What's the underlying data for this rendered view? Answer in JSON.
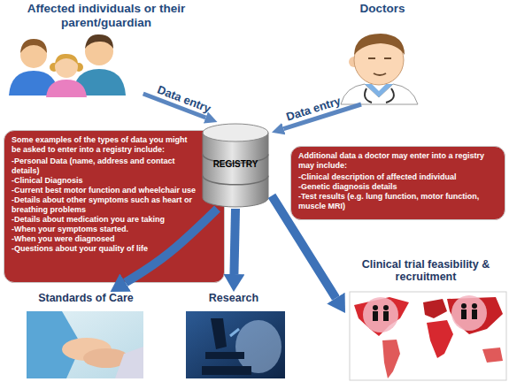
{
  "diagram": {
    "nodes": [
      {
        "text": [
          "Affected individuals or their parent/guardian"
        ]
      },
      {
        "text": [
          "Doctors"
        ]
      },
      {
        "text": [
          "Some examples of the types of data you might be asked to enter into a registry include:",
          "-Personal Data (name, address and contact details)",
          "-Clinical Diagnosis",
          "-Current best motor function and wheelchair use",
          "-Details about other symptoms such as heart or breathing problems",
          "-Details about medication you are taking",
          "-When your symptoms started.",
          "-When you were diagnosed",
          "-Questions about your quality of life"
        ]
      },
      {
        "text": [
          "REGISTRY"
        ]
      },
      {
        "text": [
          "Additional data a doctor may enter into a registry may include:",
          "-Clinical description of affected individual",
          "-Genetic diagnosis details",
          "-Test results (e.g. lung function, motor function, muscle MRI)"
        ]
      },
      {
        "text": [
          "Standards of Care"
        ]
      },
      {
        "text": [
          "Research"
        ]
      },
      {
        "text": [
          "Clinical trial feasibility & recruitment"
        ]
      }
    ],
    "edges": [
      {
        "from": 0,
        "to": 3,
        "arrow": "to",
        "label": "Data entry"
      },
      {
        "from": 1,
        "to": 3,
        "arrow": "to",
        "label": "Data entry"
      },
      {
        "from": 3,
        "to": 5,
        "arrow": "to"
      },
      {
        "from": 3,
        "to": 6,
        "arrow": "to"
      },
      {
        "from": 3,
        "to": 7,
        "arrow": "to"
      }
    ]
  }
}
